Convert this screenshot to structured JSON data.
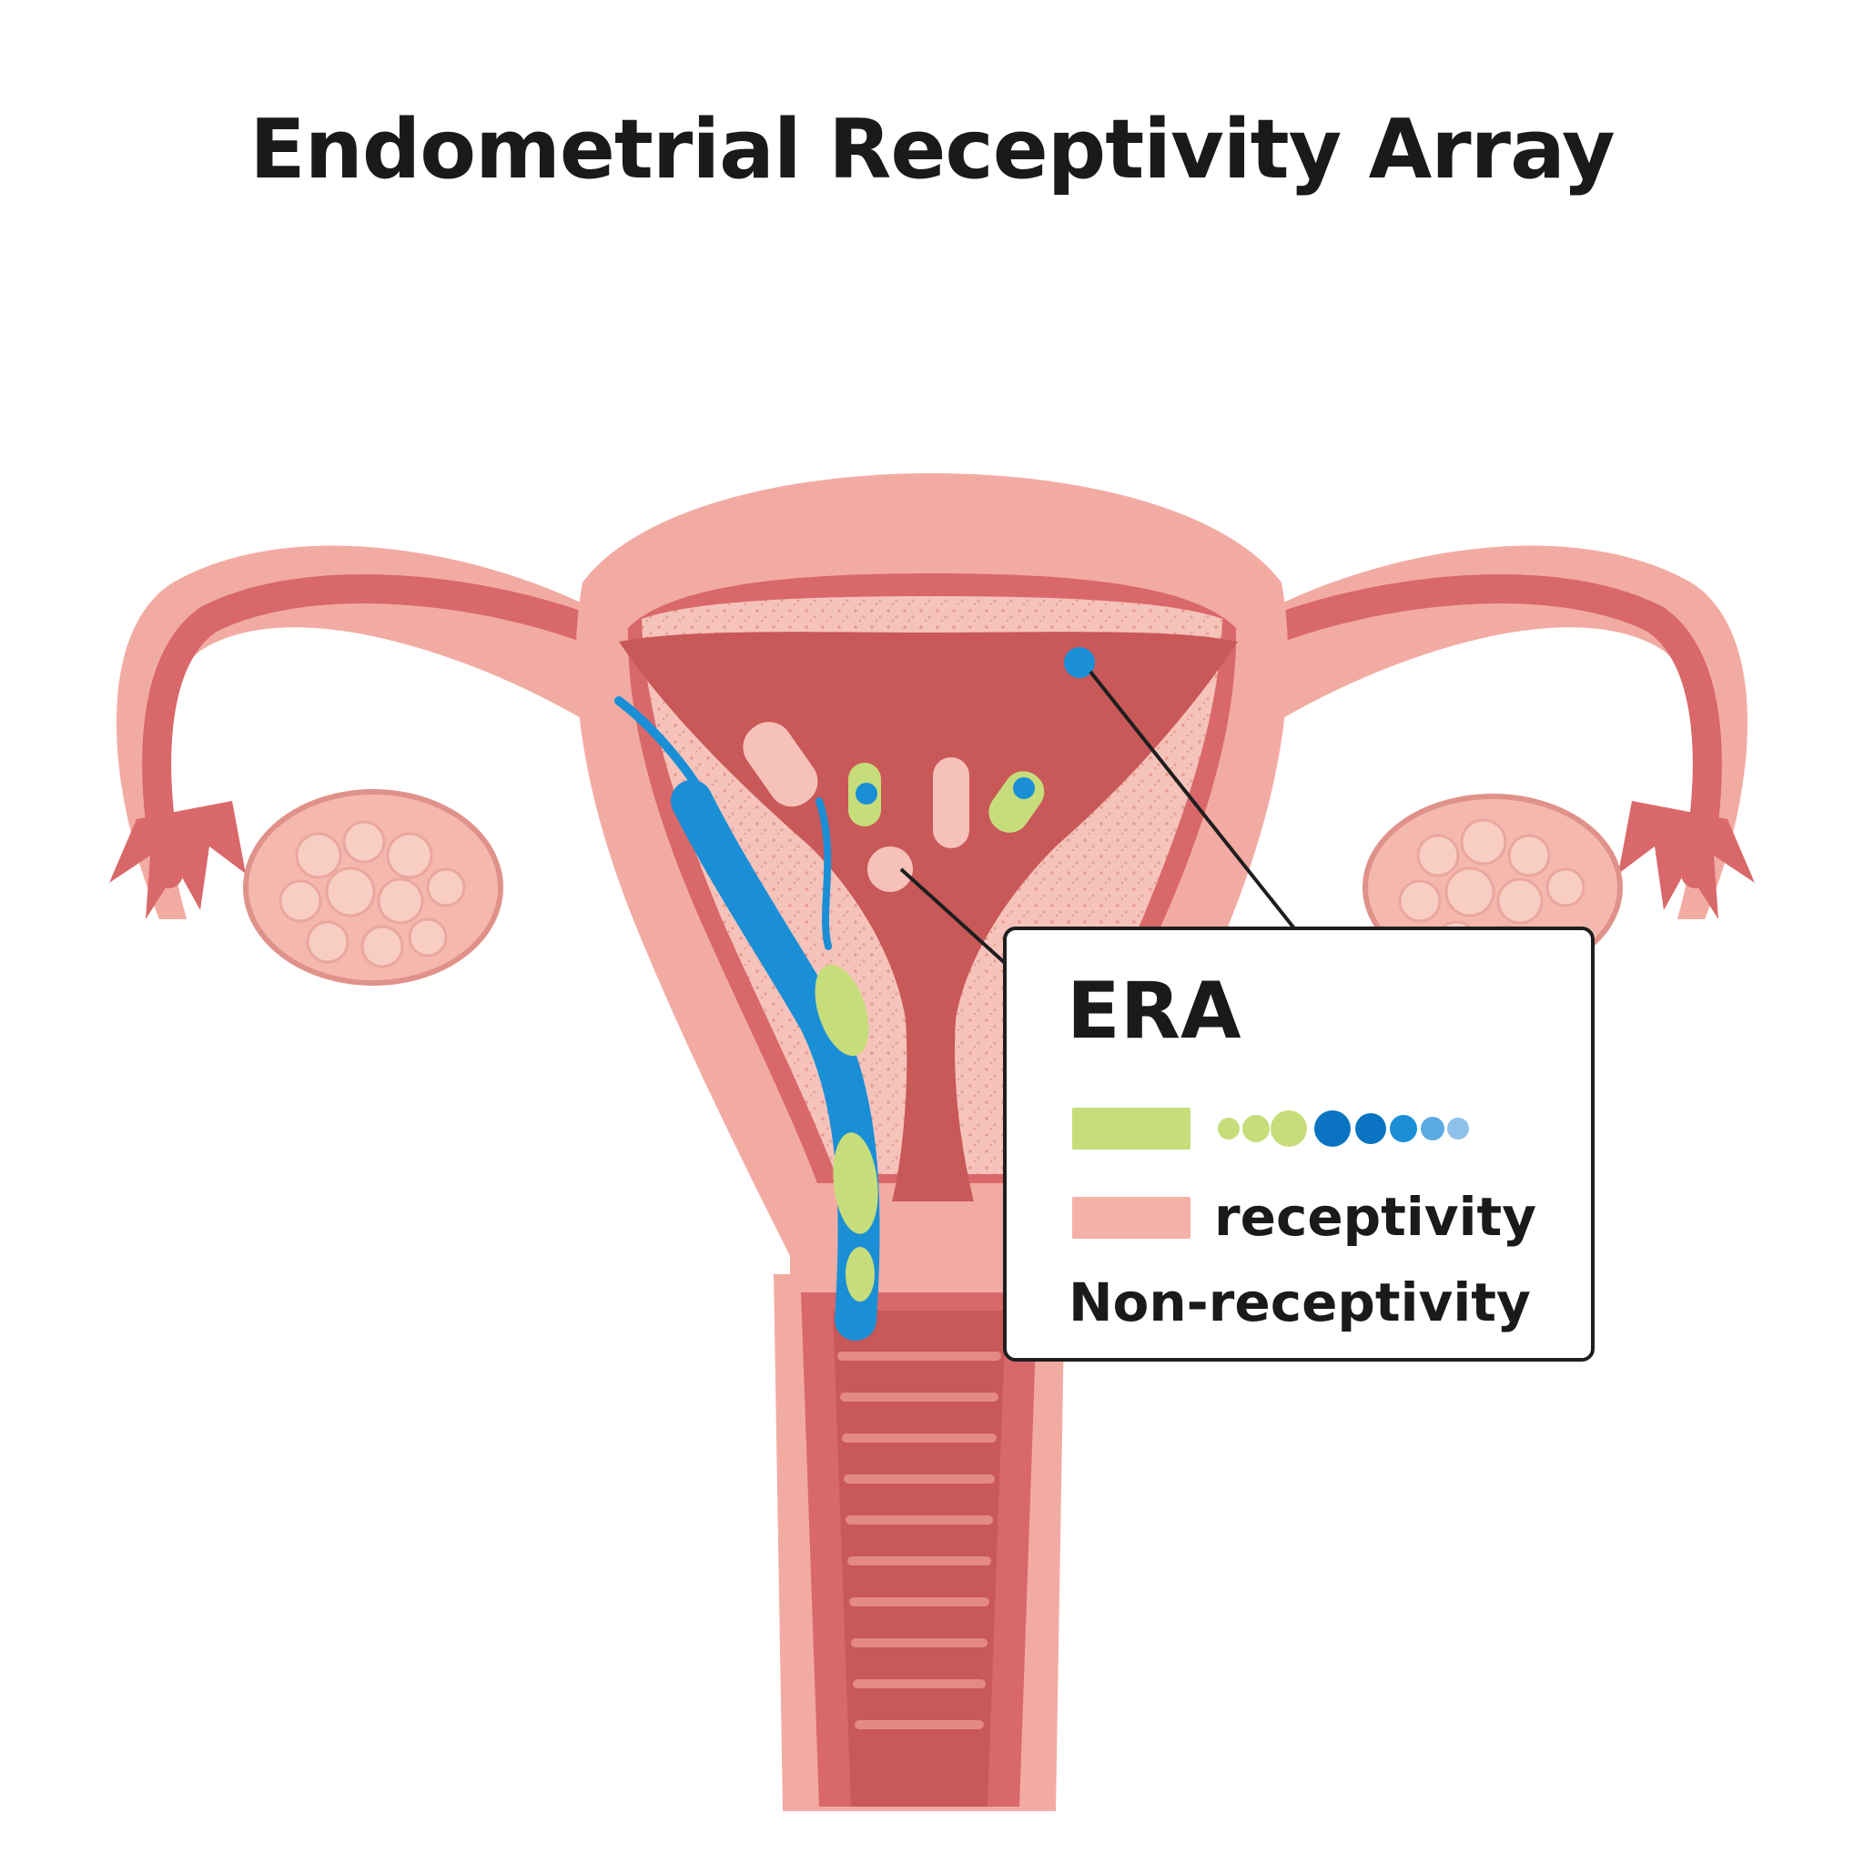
{
  "title": "Endometrial Receptivity Array",
  "legend": {
    "heading": "ERA",
    "receptivity_label": "receptivity",
    "non_receptivity_label": "Non-receptivity"
  },
  "colors": {
    "uterus_outer": "#f2aba2",
    "uterus_muscle": "#d9686a",
    "endometrium": "#f6c1b8",
    "cavity": "#c95858",
    "ovary": "#f4b8ae",
    "green_marker": "#c7dd7b",
    "blue_marker": "#1a8fd6",
    "dark_blue_marker": "#0b74c2",
    "light_blue_marker": "#8ec0ea",
    "pink_swatch": "#f4b1a6"
  }
}
